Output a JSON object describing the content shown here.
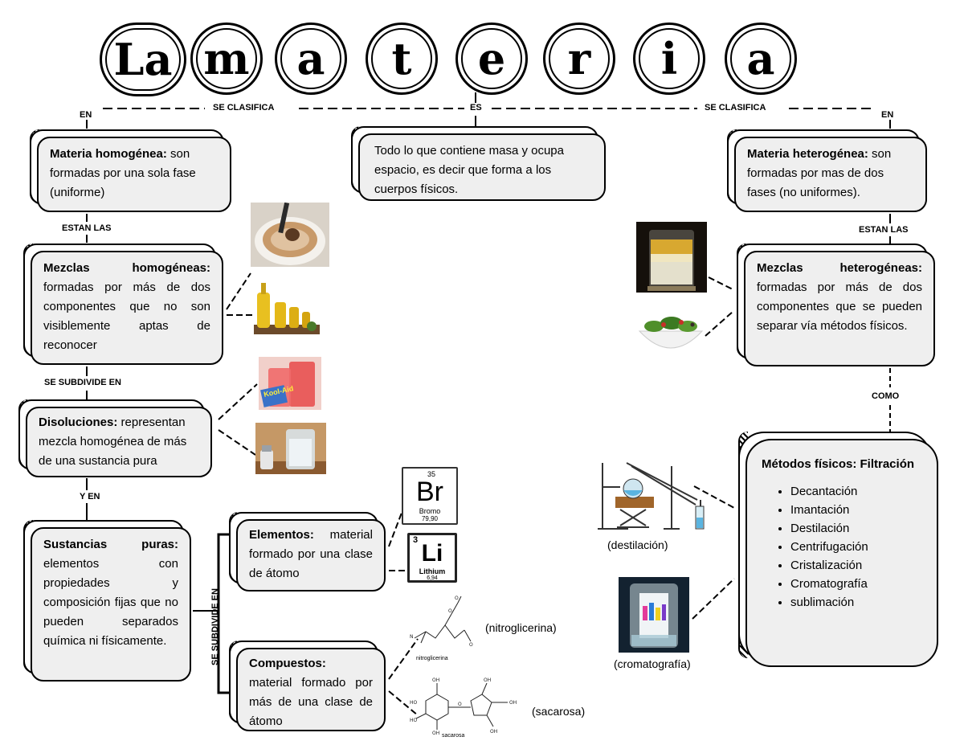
{
  "title_letters": [
    "La",
    "m",
    "a",
    "t",
    "e",
    "r",
    "i",
    "a"
  ],
  "connectors": {
    "en_left": "EN",
    "se_clasifica_left": "SE CLASIFICA",
    "es": "ES",
    "se_clasifica_right": "SE CLASIFICA",
    "en_right": "EN",
    "estan_las_left": "ESTAN LAS",
    "estan_las_right": "ESTAN LAS",
    "se_subdivide_en": "SE SUBDIVIDE EN",
    "y_en": "Y EN",
    "se_subdivide_en_vertical": "SE SUBDIVIDE EN",
    "como": "COMO"
  },
  "boxes": {
    "definition": "Todo lo que contiene masa y ocupa espacio, es decir que forma a los cuerpos  físicos.",
    "homogenea": {
      "term": "Materia homogénea:",
      "text": " son formadas por una sola fase (uniforme)"
    },
    "heterogenea": {
      "term": "Materia heterogénea:",
      "text": " son formadas por mas de dos fases (no uniformes)."
    },
    "mezclas_homogeneas": {
      "term": "Mezclas homogéneas:",
      "text": " formadas por más de dos componentes que no son visiblemente aptas de reconocer"
    },
    "mezclas_heterogeneas": {
      "term": "Mezclas heterogéneas:",
      "text": " formadas por más de dos componentes que se pueden separar vía métodos físicos."
    },
    "disoluciones": {
      "term": "Disoluciones:",
      "text": " representan mezcla homogénea de más de una sustancia pura"
    },
    "sustancias_puras": {
      "term": "Sustancias puras:",
      "text": " elementos con propiedades y composición fijas que no pueden separados química ni físicamente."
    },
    "elementos": {
      "term": "Elementos:",
      "text": " material formado por una clase de átomo"
    },
    "compuestos": {
      "term": "Compuestos:",
      "text": "material formado por más de una clase de átomo"
    },
    "metodos": {
      "term": "Métodos físicos: Filtración",
      "items": [
        "Decantación",
        "Imantación",
        "Destilación",
        "Centrifugación",
        "Cristalización",
        "Cromatografía",
        "sublimación"
      ]
    }
  },
  "element_cards": {
    "br": {
      "number": "35",
      "symbol": "Br",
      "name": "Bromo",
      "mass": "79,90"
    },
    "li": {
      "number": "3",
      "symbol": "Li",
      "name": "Lithium",
      "mass": "6,94"
    }
  },
  "captions": {
    "nitroglicerina": "(nitroglicerina)",
    "nitroglicerina_small": "nitroglicerina",
    "sacarosa": "(sacarosa)",
    "sacarosa_small": "sacarosa",
    "destilacion": "(destilación)",
    "cromatografia": "(cromatografía)",
    "koolaid": "Kool-Aid"
  }
}
